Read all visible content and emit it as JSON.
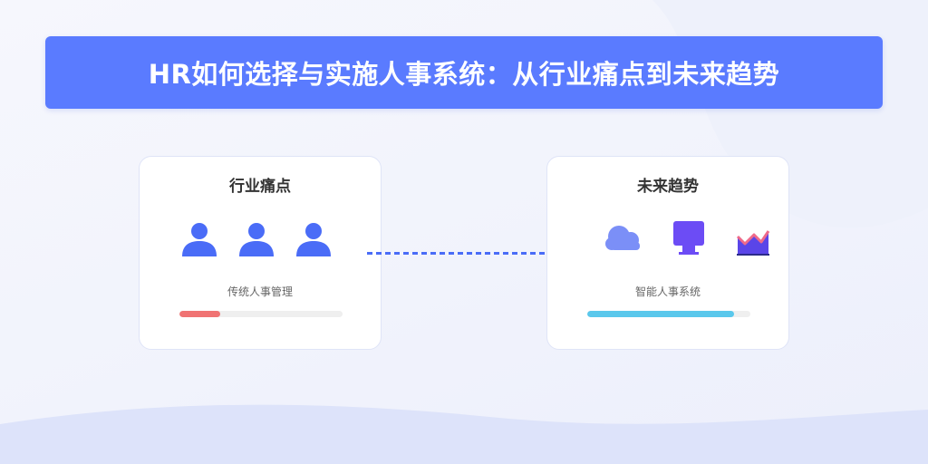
{
  "title": "HR如何选择与实施人事系统：从行业痛点到未来趋势",
  "left_card": {
    "title": "行业痛点",
    "caption": "传统人事管理",
    "icons": [
      "user-icon",
      "user-icon",
      "user-icon"
    ],
    "progress": 0.25,
    "progress_color": "#f07373"
  },
  "right_card": {
    "title": "未来趋势",
    "caption": "智能人事系统",
    "icons": [
      "cloud-icon",
      "monitor-icon",
      "chart-icon"
    ],
    "progress": 0.9,
    "progress_color": "#5ac8ec"
  },
  "colors": {
    "banner": "#5a7bff",
    "user_icon": "#4a6cf7",
    "cloud_icon": "#7b8ff7",
    "monitor_icon": "#6c4cf5",
    "chart_icon": "#5a45e8",
    "chart_line": "#ef6a8a",
    "connector": "#4a6cf7"
  }
}
